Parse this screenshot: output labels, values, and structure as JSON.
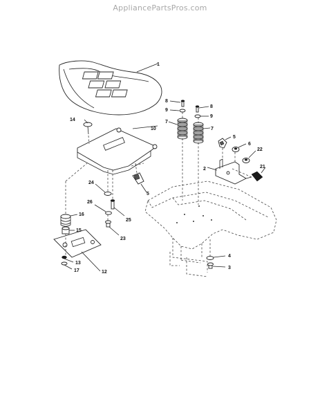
{
  "site": {
    "watermark": "AppliancePartsPros.com"
  },
  "diagram": {
    "callouts": [
      "1",
      "2",
      "3",
      "4",
      "5",
      "5",
      "6",
      "7",
      "7",
      "8",
      "8",
      "9",
      "9",
      "10",
      "12",
      "13",
      "14",
      "15",
      "16",
      "17",
      "21",
      "22",
      "23",
      "24",
      "25",
      "26"
    ]
  },
  "colors": {
    "ink": "#222222",
    "watermark": "#a8a8a8",
    "background": "#ffffff"
  }
}
